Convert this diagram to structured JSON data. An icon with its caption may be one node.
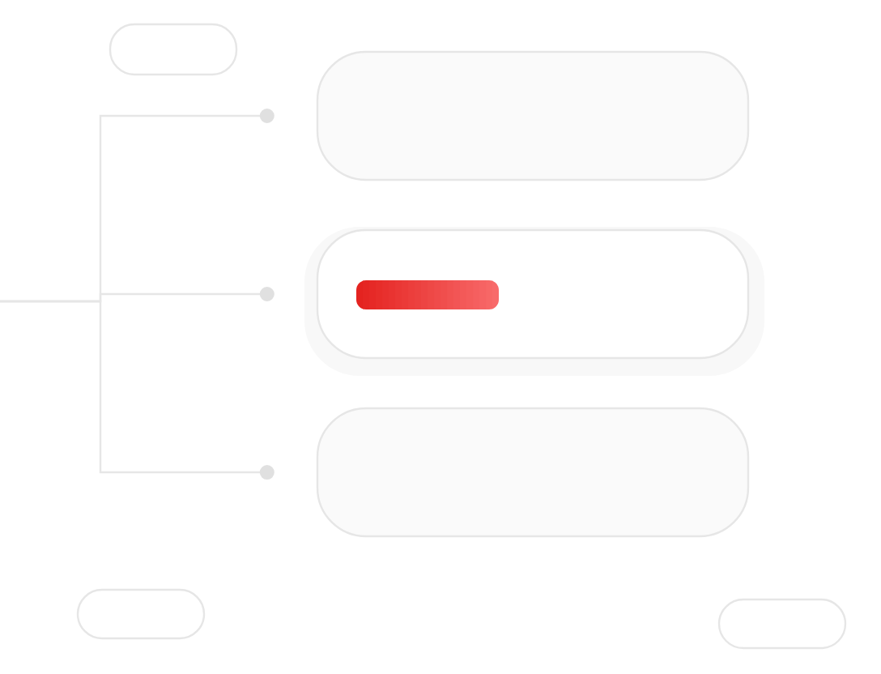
{
  "diagram": {
    "nodes": [
      {
        "text": [],
        "shape": "box"
      },
      {
        "text": [],
        "shape": "box"
      },
      {
        "text": [],
        "shape": "box"
      },
      {
        "text": [],
        "shape": "box"
      },
      {
        "text": [],
        "shape": "box"
      },
      {
        "text": [],
        "shape": "box"
      }
    ],
    "edges": [
      {
        "from": null,
        "to": 1,
        "arrow": "other"
      },
      {
        "from": null,
        "to": 2,
        "arrow": "other"
      },
      {
        "from": null,
        "to": 3,
        "arrow": "other"
      }
    ]
  }
}
